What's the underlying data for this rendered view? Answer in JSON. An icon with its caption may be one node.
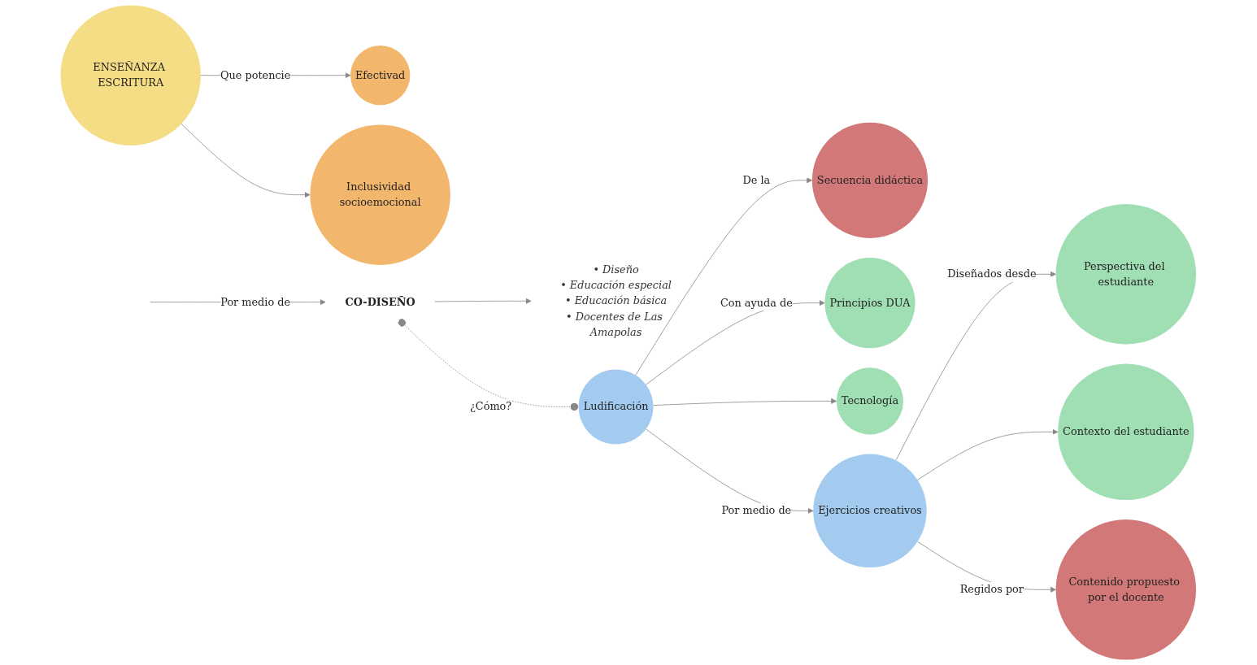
{
  "diagram": {
    "nodes": [
      {
        "text": [
          "ENSEÑANZA ESCRITURA"
        ]
      },
      {
        "text": [
          "Efectivad"
        ]
      },
      {
        "text": [
          "Inclusividad socioemocional"
        ]
      },
      {
        "text": [
          "CO-DISEÑO"
        ]
      },
      {
        "text": [
          "• Diseño",
          "• Educación especial",
          "• Educación básica",
          "• Docentes de Las Amapolas"
        ]
      },
      {
        "text": [
          "Secuencia didáctica"
        ]
      },
      {
        "text": [
          "Ludificación"
        ]
      },
      {
        "text": [
          "Principios DUA"
        ]
      },
      {
        "text": [
          "Tecnología"
        ]
      },
      {
        "text": [
          "Ejercicios creativos"
        ]
      },
      {
        "text": [
          "Perspectiva del estudiante"
        ]
      },
      {
        "text": [
          "Contexto del estudiante"
        ]
      },
      {
        "text": [
          "Contenido propuesto por el docente"
        ]
      }
    ],
    "edges": [
      {
        "from": 0,
        "to": 1,
        "arrow": "to",
        "label": "Que potencie"
      },
      {
        "from": 0,
        "to": 2,
        "arrow": "to"
      },
      {
        "from": null,
        "to": 3,
        "arrow": "to",
        "label": "Por medio de"
      },
      {
        "from": 3,
        "to": 4,
        "arrow": "to"
      },
      {
        "from": 3,
        "to": 6,
        "arrow": "other",
        "style": "dashed",
        "label": "¿Cómo?"
      },
      {
        "from": 6,
        "to": 5,
        "arrow": "to",
        "label": "De la"
      },
      {
        "from": 6,
        "to": 7,
        "arrow": "to",
        "label": "Con ayuda de"
      },
      {
        "from": 6,
        "to": 8,
        "arrow": "to"
      },
      {
        "from": 6,
        "to": 9,
        "arrow": "to",
        "label": "Por medio de"
      },
      {
        "from": 9,
        "to": 10,
        "arrow": "to",
        "label": "Diseñados desde"
      },
      {
        "from": 9,
        "to": 11,
        "arrow": "to"
      },
      {
        "from": 9,
        "to": 12,
        "arrow": "to",
        "label": "Regidos por"
      }
    ]
  }
}
